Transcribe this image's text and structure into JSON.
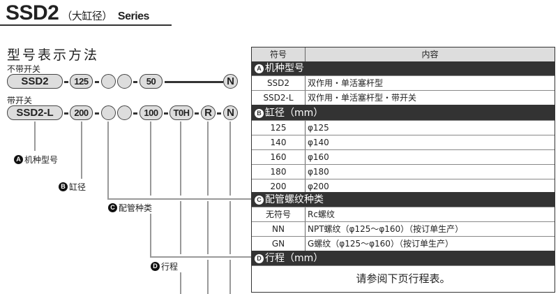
{
  "header": {
    "model": "SSD2",
    "subtitle": "（大缸径）",
    "series": "Series"
  },
  "section_title": "型号表示方法",
  "without_switch": {
    "label": "不带开关",
    "codes": [
      "SSD2",
      "125",
      "50",
      "N"
    ]
  },
  "with_switch": {
    "label": "带开关",
    "codes": [
      "SSD2-L",
      "200",
      "100",
      "T0H",
      "R",
      "N"
    ]
  },
  "callouts": [
    {
      "badge": "A",
      "label": "机种型号"
    },
    {
      "badge": "B",
      "label": "缸径"
    },
    {
      "badge": "C",
      "label": "配管种类"
    },
    {
      "badge": "D",
      "label": "行程"
    }
  ],
  "table": {
    "col_symbol": "符号",
    "col_content": "内容",
    "sections": [
      {
        "badge": "A",
        "title": "机种型号",
        "rows": [
          [
            "SSD2",
            "双作用・单活塞杆型"
          ],
          [
            "SSD2-L",
            "双作用・单活塞杆型・带开关"
          ]
        ]
      },
      {
        "badge": "B",
        "title": "缸径（mm）",
        "rows": [
          [
            "125",
            "φ125"
          ],
          [
            "140",
            "φ140"
          ],
          [
            "160",
            "φ160"
          ],
          [
            "180",
            "φ180"
          ],
          [
            "200",
            "φ200"
          ]
        ]
      },
      {
        "badge": "C",
        "title": "配管螺纹种类",
        "rows": [
          [
            "无符号",
            "Rc螺纹"
          ],
          [
            "NN",
            "NPT螺纹（φ125～φ160）（按订单生产）"
          ],
          [
            "GN",
            "G螺纹（φ125～φ160）（按订单生产）"
          ]
        ]
      },
      {
        "badge": "D",
        "title": "行程（mm）",
        "note": "请参阅下页行程表。"
      }
    ]
  }
}
